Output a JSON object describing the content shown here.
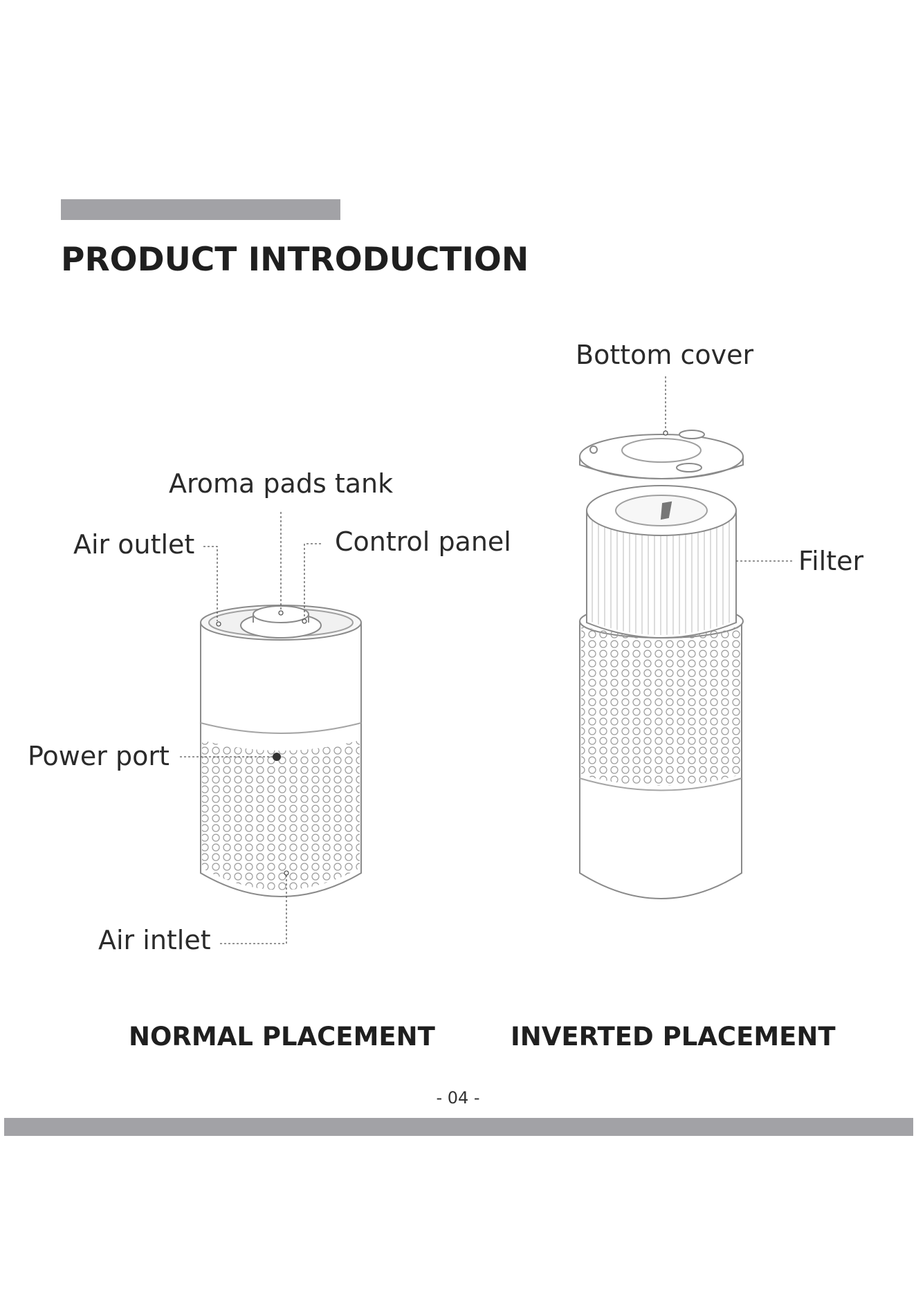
{
  "page": {
    "title": "PRODUCT INTRODUCTION",
    "page_number": "- 04 -"
  },
  "normal": {
    "caption": "NORMAL PLACEMENT",
    "labels": {
      "aroma_pads_tank": "Aroma pads tank",
      "air_outlet": "Air outlet",
      "control_panel": "Control panel",
      "power_port": "Power port",
      "air_inlet": "Air intlet"
    }
  },
  "inverted": {
    "caption": "INVERTED PLACEMENT",
    "labels": {
      "bottom_cover": "Bottom cover",
      "filter": "Filter"
    }
  },
  "colors": {
    "bar": "#a2a2a6",
    "line_art": "#8a8a8a",
    "text": "#1f1f1f"
  }
}
